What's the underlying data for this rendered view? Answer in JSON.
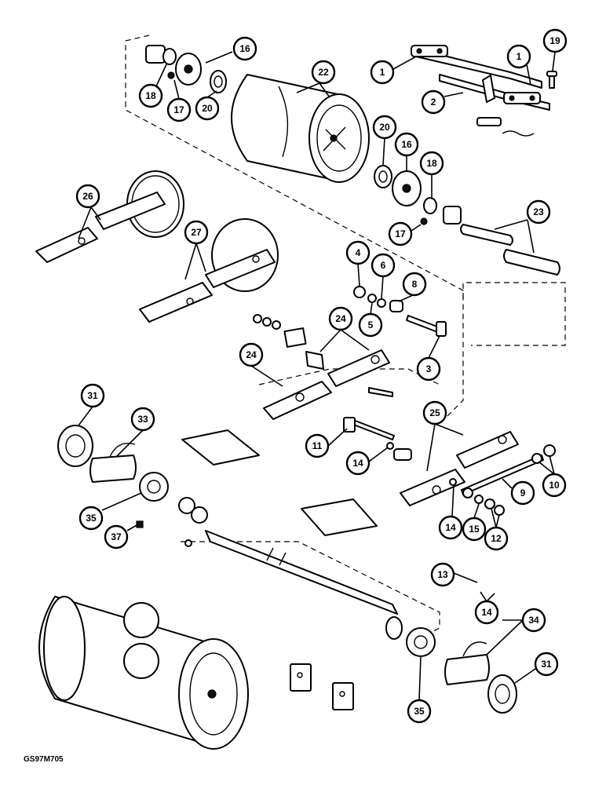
{
  "drawing_code": "GS97M705",
  "callouts": [
    {
      "number": "1"
    },
    {
      "number": "1"
    },
    {
      "number": "19"
    },
    {
      "number": "2"
    },
    {
      "number": "16"
    },
    {
      "number": "18"
    },
    {
      "number": "17"
    },
    {
      "number": "20"
    },
    {
      "number": "22"
    },
    {
      "number": "20"
    },
    {
      "number": "16"
    },
    {
      "number": "18"
    },
    {
      "number": "17"
    },
    {
      "number": "23"
    },
    {
      "number": "26"
    },
    {
      "number": "27"
    },
    {
      "number": "4"
    },
    {
      "number": "6"
    },
    {
      "number": "8"
    },
    {
      "number": "5"
    },
    {
      "number": "3"
    },
    {
      "number": "24"
    },
    {
      "number": "24"
    },
    {
      "number": "25"
    },
    {
      "number": "31"
    },
    {
      "number": "33"
    },
    {
      "number": "11"
    },
    {
      "number": "14"
    },
    {
      "number": "10"
    },
    {
      "number": "9"
    },
    {
      "number": "14"
    },
    {
      "number": "15"
    },
    {
      "number": "12"
    },
    {
      "number": "35"
    },
    {
      "number": "37"
    },
    {
      "number": "13"
    },
    {
      "number": "14"
    },
    {
      "number": "34"
    },
    {
      "number": "31"
    },
    {
      "number": "35"
    }
  ]
}
